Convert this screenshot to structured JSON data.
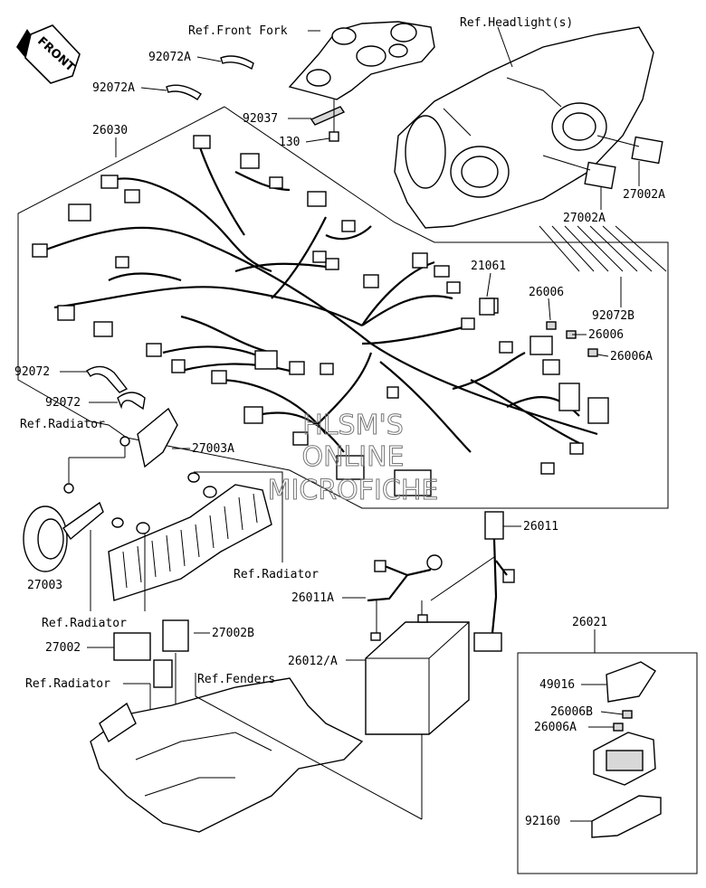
{
  "front_arrow": "FRONT",
  "watermark": [
    "HLSM'S",
    "ONLINE",
    "MICROFICHE"
  ],
  "labels": {
    "ref_front_fork": "Ref.Front Fork",
    "ref_headlights": "Ref.Headlight(s)",
    "p92072A_1": "92072A",
    "p92072A_2": "92072A",
    "p92037": "92037",
    "p130": "130",
    "p26030": "26030",
    "p27002A_1": "27002A",
    "p27002A_2": "27002A",
    "p21061": "21061",
    "p26006_1": "26006",
    "p92072B": "92072B",
    "p26006_2": "26006",
    "p26006A_1": "26006A",
    "p92072_1": "92072",
    "p92072_2": "92072",
    "ref_radiator_1": "Ref.Radiator",
    "p27003A": "27003A",
    "p27003": "27003",
    "ref_radiator_2": "Ref.Radiator",
    "ref_radiator_3": "Ref.Radiator",
    "p27002B": "27002B",
    "p27002": "27002",
    "ref_radiator_4": "Ref.Radiator",
    "ref_fenders": "Ref.Fenders",
    "p26011": "26011",
    "p26011A": "26011A",
    "p26012A": "26012/A",
    "p26021": "26021",
    "p49016": "49016",
    "p26006B": "26006B",
    "p26006A_2": "26006A",
    "p92160": "92160"
  }
}
